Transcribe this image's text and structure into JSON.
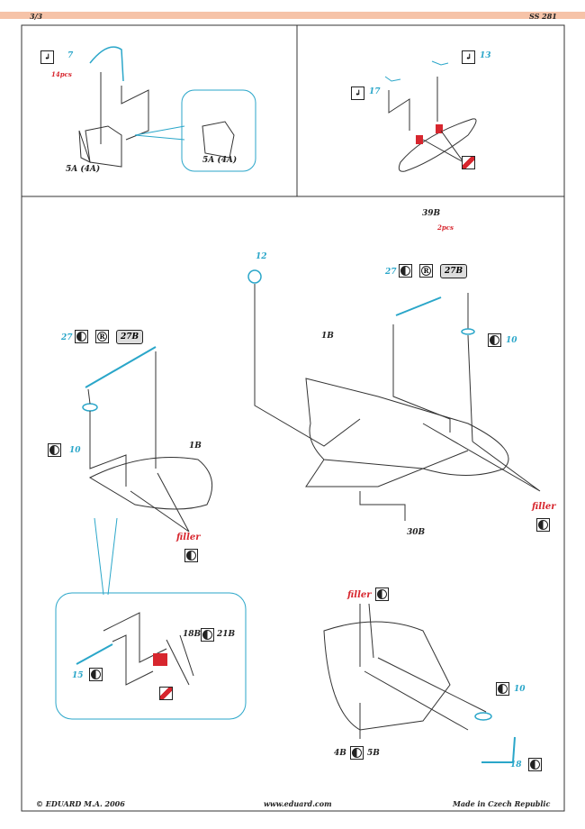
{
  "header": {
    "page": "3/3",
    "code": "SS 281"
  },
  "footer": {
    "copyright": "© EDUARD M.A. 2006",
    "url": "www.eduard.com",
    "origin": "Made in Czech Republic"
  },
  "panel1": {
    "part": "7",
    "qty": "14pcs",
    "label": "5A (4A)",
    "inset_label": "5A (4A)"
  },
  "panel2": {
    "part_a": "13",
    "part_b": "17",
    "label": "39B",
    "qty": "2pcs"
  },
  "panel3": {
    "right": {
      "part12": "12",
      "part27": "27",
      "ref27": "27B",
      "part10": "10",
      "ref1": "1B",
      "filler": "filler",
      "ref30": "30B"
    },
    "left": {
      "part27": "27",
      "ref27": "27B",
      "part10": "10",
      "ref1": "1B",
      "filler": "filler"
    },
    "inset": {
      "ref18": "18B",
      "ref21": "21B",
      "part15": "15"
    },
    "bottom": {
      "filler": "filler",
      "part10": "10",
      "ref4": "4B",
      "ref5": "5B",
      "part18": "18"
    }
  },
  "icons": {
    "remove": "R"
  },
  "colors": {
    "etch": "#2aa6c9",
    "paint": "#d7262e",
    "header_band": "#f6c3a8"
  }
}
